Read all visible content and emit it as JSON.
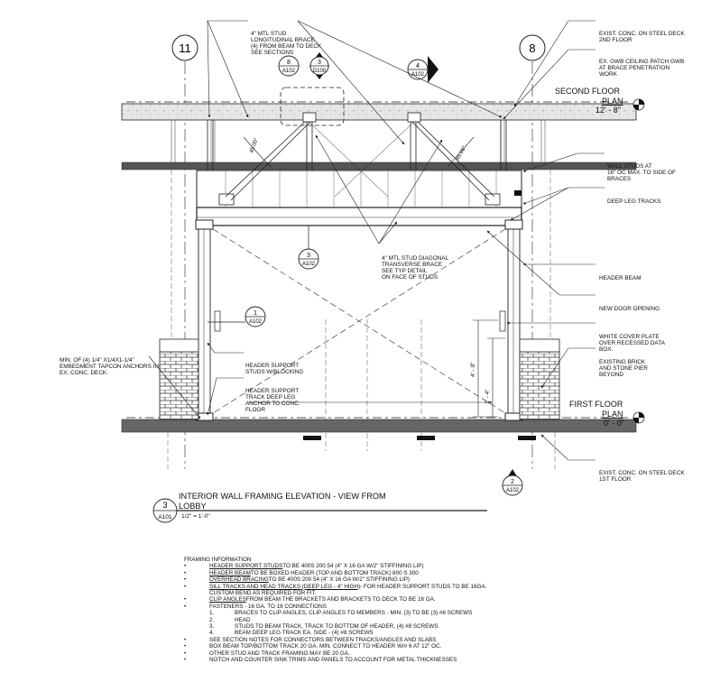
{
  "drawing": {
    "title": "INTERIOR WALL FRAMING ELEVATION - VIEW FROM LOBBY",
    "title_line1": "INTERIOR WALL FRAMING ELEVATION - VIEW FROM",
    "title_line2": "LOBBY",
    "view_number": "3",
    "sheet": "A101",
    "scale": "1/2\" = 1'-0\""
  },
  "grid_bubbles": {
    "left": "11",
    "right": "8"
  },
  "section_marks": [
    {
      "number": "8",
      "sheet": "A102"
    },
    {
      "number": "3",
      "sheet": "D100"
    },
    {
      "number": "4",
      "sheet": "A102"
    },
    {
      "number": "3",
      "sheet": "A102"
    },
    {
      "number": "1",
      "sheet": "A102"
    },
    {
      "number": "2",
      "sheet": "A102"
    }
  ],
  "levels": {
    "second": {
      "name": "SECOND FLOOR",
      "tag": "PLAN",
      "elev": "12' - 8\""
    },
    "first": {
      "name": "FIRST FLOOR",
      "tag": "PLAN",
      "elev": "0' - 0\""
    }
  },
  "dims": {
    "angle_left": "45.00°",
    "angle_right": "45.00°",
    "height_1": "4' - 0\"",
    "height_2": "1' - 4\""
  },
  "callouts": {
    "brace_top": [
      "4\" MTL STUD",
      "LONGITUDINAL BRACE",
      "(4) FROM BEAM TO DECK",
      "SEE SECTIONS"
    ],
    "conc_deck_top": [
      "EXIST. CONC. ON STEEL DECK",
      "2ND FLOOR"
    ],
    "gwb_patch": [
      "EX. GWB CEILING PATCH GWB",
      "AT BRACE PENETRATION",
      "WORK"
    ],
    "wall_studs": [
      "WALL STUDS AT",
      "16\" OC MAX. TO SIDE OF",
      "BRACES"
    ],
    "deep_leg": [
      "DEEP LEG TRACKS"
    ],
    "diag_brace": [
      "4\" MTL STUD DIAGONAL",
      "TRANSVERSE BRACE",
      "SEE TYP DETAIL",
      "ON FACE OF STUDS"
    ],
    "header_beam": [
      "HEADER BEAM"
    ],
    "new_door": [
      "NEW DOOR OPENING"
    ],
    "white_plate": [
      "WHITE COVER PLATE",
      "OVER RECESSED DATA",
      "BOX."
    ],
    "brick_pier": [
      "EXISTING BRICK",
      "AND STONE PIER",
      "BEYOND"
    ],
    "tapcon": [
      "MIN. OF (4) 1/4\" x1/4x1-1/4\"",
      "EMBEDMENT TAPCON ANCHORS IN",
      "EX. CONC. DECK."
    ],
    "header_support": [
      "HEADER SUPPORT",
      "STUDS W/BLOCKING"
    ],
    "header_track": [
      "HEADER SUPPORT",
      "TRACK DEEP LEG",
      "ANCHOR TO CONC.",
      "FLOOR"
    ],
    "conc_deck_bottom": [
      "EXIST. CONC. ON STEEL DECK",
      "1ST FLOOR"
    ]
  },
  "notes": {
    "heading": "FRAMING INFORMATION",
    "items": [
      {
        "bullet": "•",
        "u": "HEADER SUPPORT STUDS",
        "text": " TO BE 400S 200 54 (4\" X 16  GA W/2\" STIFFINING LIP)"
      },
      {
        "bullet": "•",
        "u": "HEADER BEAM",
        "text": " TO BE BOXED HEADER (TOP AND BOTTOM TRACK) 800 S 300"
      },
      {
        "bullet": "•",
        "u": "OVERHEAD BRACING",
        "text": " TO BE 400S 200 54 (4\" X 16  GA W/2\" STIFFINING LIP)"
      },
      {
        "bullet": "•",
        "u": "SILL TRACKS AND HEAD TRACKS (DEEP LEG - 4\" HIGH)",
        "text": " - FOR HEADER SUPPORT STUDS TO BE 16GA."
      },
      {
        "bullet": "",
        "u": "",
        "text": "CUSTOM BEND AS REQUIRED FOR FIT."
      },
      {
        "bullet": "•",
        "u": "CLIP ANGLES",
        "text": " FROM BEAM THE BRACKETS AND BRACKETS TO DECK TO BE 16 GA."
      },
      {
        "bullet": "•",
        "u": "",
        "text": "FASTENERS - 16 GA. TO 16 CONNECTIONS"
      },
      {
        "num": "1.",
        "text": "BRACES TO CLIP ANGLES, CLIP ANGLES TO MEMBERS - MIN. (3) TO BE (3) #8 SCREWS"
      },
      {
        "num": "2.",
        "text": "HEAD"
      },
      {
        "num": "3.",
        "text": "STUDS TO BEAM TRACK, TRACK TO BOTTOM OF HEADER,  (4) #8 SCREWS"
      },
      {
        "num": "4.",
        "text": "BEAM DEEP LEG TRACK EA. SIDE - (4) #8 SCREWS"
      },
      {
        "bullet": "•",
        "u": "",
        "text": "SEE SECTION NOTES FOR CONNECTORS BETWEEN TRACKS/ANGLES AND SLABS"
      },
      {
        "bullet": "•",
        "u": "",
        "text": "BOX BEAM TOP/BOTTOM TRACK 20 GA. MIN. CONNECT TO HEADER W/# 6 AT 12\" OC."
      },
      {
        "bullet": "•",
        "u": "",
        "text": "OTHER STUD AND TRACK FRAMING MAY BE 20 GA."
      },
      {
        "bullet": "•",
        "u": "",
        "text": "NOTCH AND COUNTER SINK TRIMS AND PANELS TO ACCOUNT FOR METAL THICKNESSES"
      }
    ]
  }
}
